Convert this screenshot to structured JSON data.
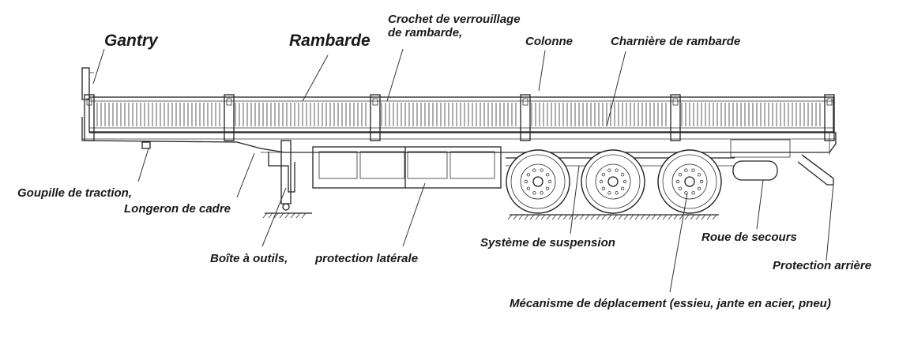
{
  "labels": {
    "gantry": "Gantry",
    "rambarde": "Rambarde",
    "crochet_line1": "Crochet de verrouillage",
    "crochet_line2": "de rambarde,",
    "colonne": "Colonne",
    "charniere": "Charnière de rambarde",
    "goupille": "Goupille de traction,",
    "longeron": "Longeron de cadre",
    "boite": "Boîte à outils,",
    "protection_laterale": "protection latérale",
    "suspension": "Système de suspension",
    "roue_secours": "Roue de secours",
    "protection_arriere": "Protection arrière",
    "mecanisme": "Mécanisme de déplacement (essieu, jante en acier, pneu)"
  }
}
